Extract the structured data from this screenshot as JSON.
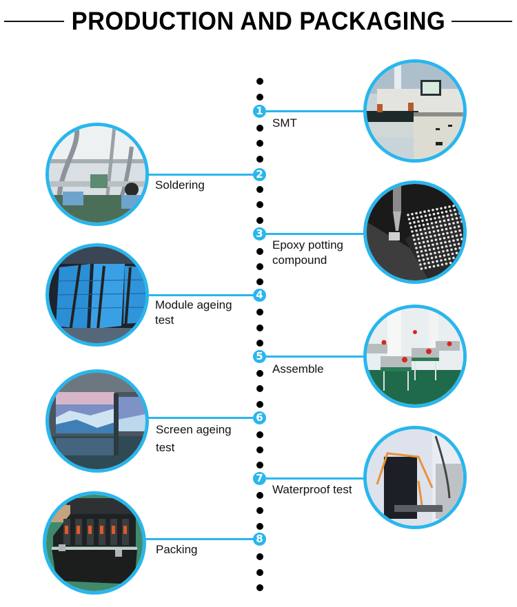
{
  "header": {
    "title": "PRODUCTION AND PACKAGING"
  },
  "accent_color": "#29b6ec",
  "steps": [
    {
      "number": "1",
      "label": "SMT",
      "side": "right",
      "image": "smt-reflow-machine-photo"
    },
    {
      "number": "2",
      "label": "Soldering",
      "side": "left",
      "image": "soldering-workshop-photo"
    },
    {
      "number": "3",
      "label": "Epoxy potting compound",
      "label_lines": [
        "Epoxy potting",
        "compound"
      ],
      "side": "right",
      "image": "epoxy-potting-photo"
    },
    {
      "number": "4",
      "label": "Module ageing test",
      "label_lines": [
        "Module ageing",
        "test"
      ],
      "side": "left",
      "image": "module-ageing-photo"
    },
    {
      "number": "5",
      "label": "Assemble",
      "side": "right",
      "image": "assembly-line-photo"
    },
    {
      "number": "6",
      "label": "Screen ageing test",
      "label_lines": [
        "Screen ageing",
        "test"
      ],
      "side": "left",
      "image": "screen-ageing-photo"
    },
    {
      "number": "7",
      "label": "Waterproof test",
      "side": "right",
      "image": "waterproof-test-photo"
    },
    {
      "number": "8",
      "label": "Packing",
      "side": "left",
      "image": "flight-case-packing-photo"
    }
  ]
}
